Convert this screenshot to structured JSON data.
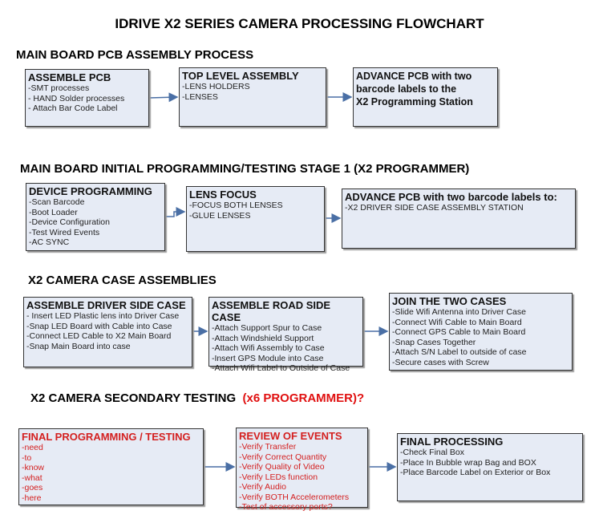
{
  "title": "IDRIVE X2  SERIES CAMERA PROCESSING FLOWCHART",
  "sections": [
    {
      "heading": "MAIN BOARD PCB ASSEMBLY PROCESS",
      "boxes": [
        {
          "title": "ASSEMBLE PCB",
          "items": [
            " -SMT processes",
            "- HAND Solder processes",
            "- Attach Bar Code Label"
          ]
        },
        {
          "title": "TOP LEVEL ASSEMBLY",
          "items": [
            "-LENS HOLDERS",
            "-LENSES"
          ]
        },
        {
          "title_lines": [
            "ADVANCE PCB with two",
            "barcode labels to the",
            " X2 Programming Station"
          ]
        }
      ]
    },
    {
      "heading": "MAIN BOARD INITIAL PROGRAMMING/TESTING STAGE 1 (X2 PROGRAMMER)",
      "boxes": [
        {
          "title": "DEVICE PROGRAMMING",
          "items": [
            "-Scan Barcode",
            "-Boot Loader",
            "-Device Configuration",
            "-Test Wired Events",
            "-AC SYNC"
          ]
        },
        {
          "title": "LENS FOCUS",
          "items": [
            "-FOCUS BOTH LENSES",
            "-GLUE LENSES"
          ]
        },
        {
          "title": "ADVANCE PCB with two barcode labels to:",
          "items": [
            "-X2 DRIVER  SIDE  CASE  ASSEMBLY STATION"
          ]
        }
      ]
    },
    {
      "heading": "X2 CAMERA CASE ASSEMBLIES",
      "boxes": [
        {
          "title": "ASSEMBLE DRIVER SIDE CASE",
          "items": [
            "- Insert LED Plastic lens into Driver Case",
            "-Snap LED Board with Cable into Case",
            "-Connect LED Cable to X2 Main Board",
            "-Snap Main Board into case"
          ]
        },
        {
          "title": "ASSEMBLE ROAD SIDE CASE",
          "items": [
            "-Attach Support Spur to Case",
            "-Attach Windshield Support",
            "-Attach Wifi Assembly to Case",
            "-Insert GPS Module into Case",
            "-Attach Wifi Label to Outside of Case"
          ]
        },
        {
          "title": "JOIN THE TWO CASES",
          "items": [
            "-Slide Wifi Antenna into Driver Case",
            "-Connect Wifi Cable to Main Board",
            "-Connect GPS Cable to Main Board",
            "-Snap Cases Together",
            "-Attach S/N Label to outside of case",
            "-Secure cases with Screw"
          ]
        }
      ]
    },
    {
      "heading": "X2 CAMERA SECONDARY TESTING",
      "heading_red": "(x6 PROGRAMMER)?",
      "boxes": [
        {
          "title": "FINAL PROGRAMMING / TESTING",
          "items": [
            "-need",
            "-to",
            "-know",
            "-what",
            "-goes",
            "-here"
          ]
        },
        {
          "title": "REVIEW OF EVENTS",
          "items": [
            "-Verify Transfer",
            "-Verify Correct Quantity",
            "-Verify Quality of Video",
            "-Verify LEDs function",
            "-Verify Audio",
            "-Verify BOTH Accelerometers",
            "-Test of accessory ports?"
          ]
        },
        {
          "title": "FINAL PROCESSING",
          "items": [
            " -Check Final Box",
            "-Place In Bubble wrap Bag and BOX",
            "-Place Barcode Label on Exterior or Box"
          ]
        }
      ]
    }
  ],
  "colors": {
    "box_fill": "#e6ebf5",
    "arrow": "#4a6fa5",
    "red_text": "#d42020"
  }
}
